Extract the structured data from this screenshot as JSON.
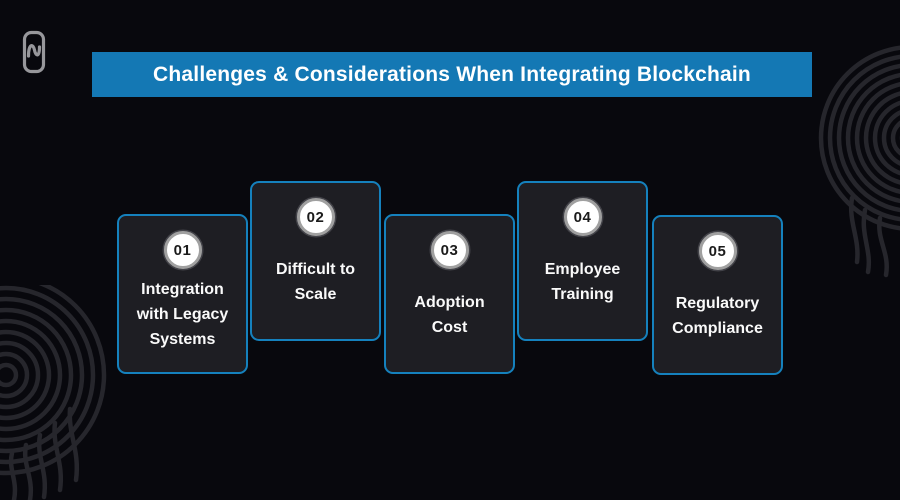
{
  "header": {
    "title": "Challenges & Considerations When Integrating Blockchain"
  },
  "cards": [
    {
      "number": "01",
      "label": "Integration with Legacy Systems"
    },
    {
      "number": "02",
      "label": "Difficult to Scale"
    },
    {
      "number": "03",
      "label": "Adoption Cost"
    },
    {
      "number": "04",
      "label": "Employee Training"
    },
    {
      "number": "05",
      "label": "Regulatory Compliance"
    }
  ],
  "icons": {
    "logo": "rounded-frame-wave-logo",
    "top_right_decoration": "concentric-rings",
    "bottom_left_decoration": "topographic-contours"
  },
  "colors": {
    "page_bg": "#08080d",
    "banner_bg": "#1478b4",
    "banner_text": "#ffffff",
    "card_bg": "#1e1e23",
    "card_border": "#1581bd",
    "card_text": "#fafafa",
    "badge_bg": "#ffffff",
    "badge_border": "#a0a0a0",
    "badge_text": "#1b1b1b",
    "decoration_stroke": "#26262c",
    "logo_stroke": "#97979b"
  }
}
